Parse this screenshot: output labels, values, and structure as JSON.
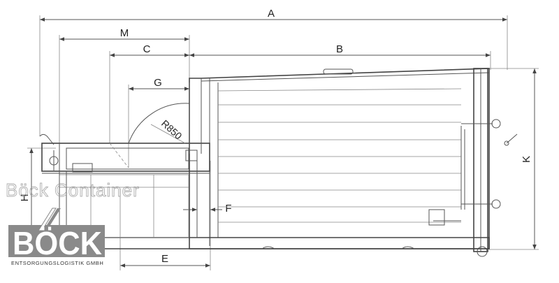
{
  "dimensions": {
    "A": "A",
    "B": "B",
    "C": "C",
    "M": "M",
    "G": "G",
    "E": "E",
    "F": "F",
    "H": "H",
    "K": "K"
  },
  "radius_label": "R850",
  "watermark": "Böck Container",
  "logo": {
    "name": "BÖCK",
    "tagline": "ENTSORGUNGSLOGISTIK GMBH"
  },
  "colors": {
    "line": "#555555",
    "background": "#ffffff",
    "logo_box": "#8a8a8a"
  }
}
